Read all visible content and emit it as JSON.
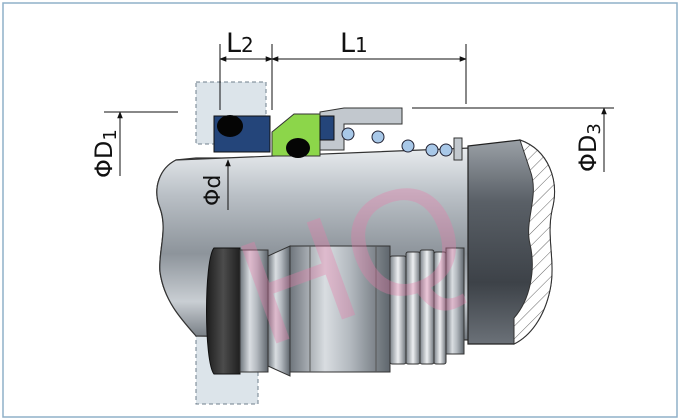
{
  "labels": {
    "l1": "L",
    "l1_sub": "1",
    "l2": "L",
    "l2_sub": "2",
    "d1": "ΦD",
    "d1_sub": "1",
    "d3": "ΦD",
    "d3_sub": "3",
    "d": "Φd"
  },
  "watermark": "HQ",
  "colors": {
    "frame": "#8fb0c8",
    "seat": "#dce4ea",
    "rubber_blue": "#24457a",
    "green_ring": "#8cd64a",
    "shaft_mid": "#c2c8ce",
    "dark_sleeve": "#3a3a3a",
    "watermark": "#e87aa8"
  }
}
